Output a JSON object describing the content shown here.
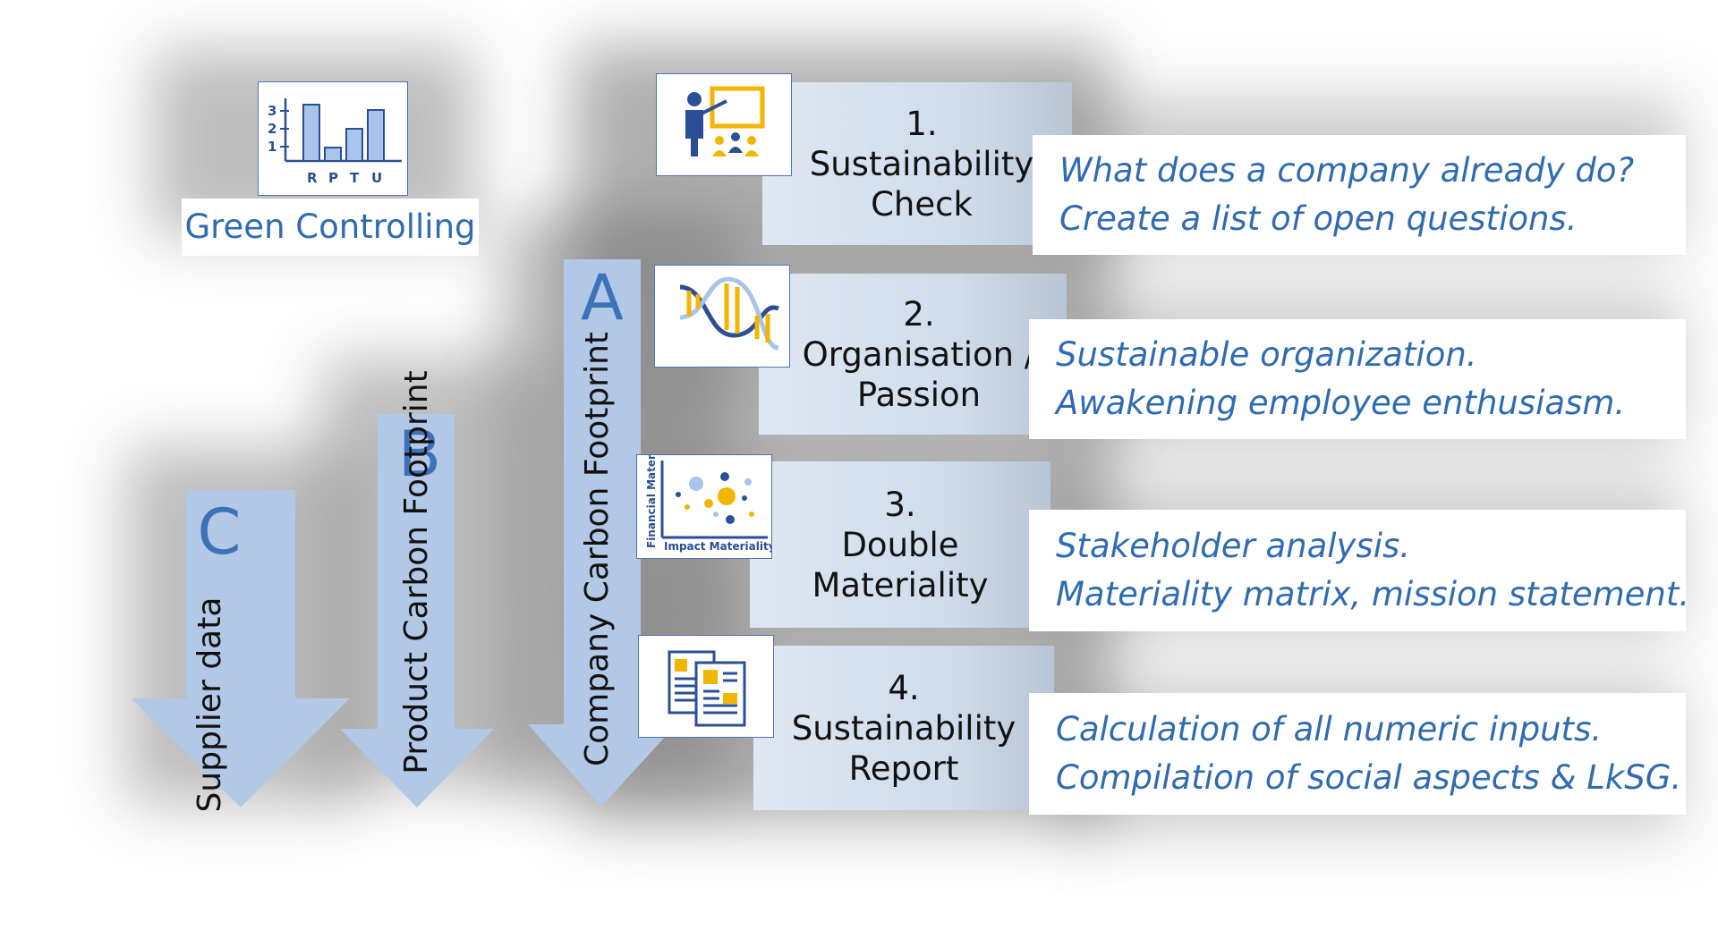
{
  "logo": {
    "title": "Green Controlling",
    "axis_numbers": [
      "3",
      "2",
      "1"
    ],
    "letters": [
      "R",
      "P",
      "T",
      "U"
    ]
  },
  "arrows": [
    {
      "letter": "C",
      "label": "Supplier data"
    },
    {
      "letter": "B",
      "label": "Product Carbon Footprint"
    },
    {
      "letter": "A",
      "label": "Company Carbon Footprint"
    }
  ],
  "steps": [
    {
      "number": "1.",
      "lines": [
        "Sustainability",
        "Check"
      ],
      "desc": [
        "What does a company already do?",
        "Create a list of open questions."
      ],
      "icon": "presentation-icon"
    },
    {
      "number": "2.",
      "lines": [
        "Organisation /",
        "Passion"
      ],
      "desc": [
        "Sustainable organization.",
        "Awakening employee enthusiasm."
      ],
      "icon": "dna-icon"
    },
    {
      "number": "3.",
      "lines": [
        "Double",
        "Materiality"
      ],
      "desc": [
        "Stakeholder analysis.",
        "Materiality matrix, mission statement."
      ],
      "icon": "materiality-matrix-icon",
      "icon_labels": {
        "y": "Financial Mater.",
        "x": "Impact Materiality"
      }
    },
    {
      "number": "4.",
      "lines": [
        "Sustainability",
        "Report"
      ],
      "desc": [
        "Calculation of all numeric inputs.",
        "Compilation of social aspects & LkSG."
      ],
      "icon": "report-documents-icon"
    }
  ],
  "colors": {
    "accent": "#2f6bb3",
    "arrow": "#b3c7e6",
    "gold": "#f2b600",
    "navy": "#2b4f96"
  }
}
